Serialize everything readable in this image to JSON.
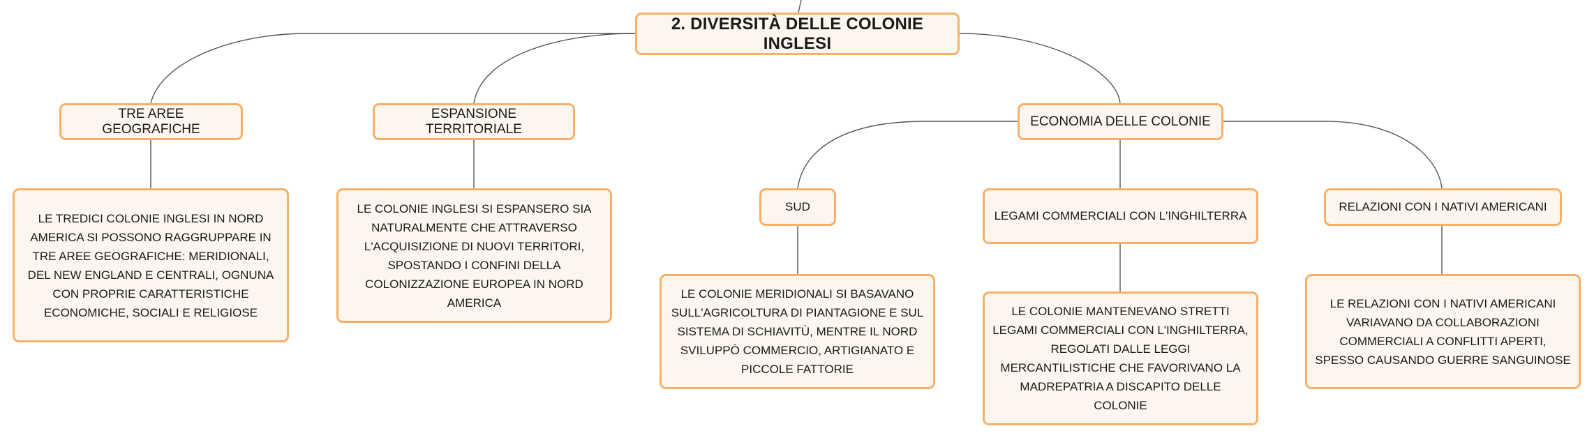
{
  "mindmap": {
    "root": "2. DIVERSITÀ DELLE COLONIE INGLESI",
    "branch_geo": {
      "title": "TRE AREE GEOGRAFICHE",
      "description": "LE TREDICI COLONIE INGLESI IN NORD AMERICA SI POSSONO RAGGRUPPARE IN TRE AREE GEOGRAFICHE: MERIDIONALI, DEL NEW ENGLAND E CENTRALI, OGNUNA CON PROPRIE CARATTERISTICHE ECONOMICHE, SOCIALI E RELIGIOSE"
    },
    "branch_expansion": {
      "title": "ESPANSIONE TERRITORIALE",
      "description": "LE COLONIE INGLESI SI ESPANSERO SIA NATURALMENTE CHE ATTRAVERSO L'ACQUISIZIONE DI NUOVI TERRITORI, SPOSTANDO I CONFINI DELLA COLONIZZAZIONE EUROPEA IN NORD AMERICA"
    },
    "branch_economy": {
      "title": "ECONOMIA DELLE COLONIE",
      "south": {
        "title": "SUD",
        "description": "LE COLONIE MERIDIONALI SI BASAVANO SULL'AGRICOLTURA DI PIANTAGIONE E SUL SISTEMA DI SCHIAVITÙ, MENTRE IL NORD SVILUPPÒ COMMERCIO, ARTIGIANATO E PICCOLE FATTORIE"
      },
      "trade": {
        "title": "LEGAMI COMMERCIALI CON L'INGHILTERRA",
        "description": "LE COLONIE MANTENEVANO STRETTI LEGAMI COMMERCIALI CON L'INGHILTERRA, REGOLATI DALLE LEGGI MERCANTILISTICHE CHE FAVORIVANO LA MADREPATRIA A DISCAPITO DELLE COLONIE"
      },
      "natives": {
        "title": "RELAZIONI CON I NATIVI AMERICANI",
        "description": "LE RELAZIONI CON I NATIVI AMERICANI VARIAVANO DA COLLABORAZIONI COMMERCIALI A CONFLITTI APERTI, SPESSO CAUSANDO GUERRE SANGUINOSE"
      }
    }
  }
}
